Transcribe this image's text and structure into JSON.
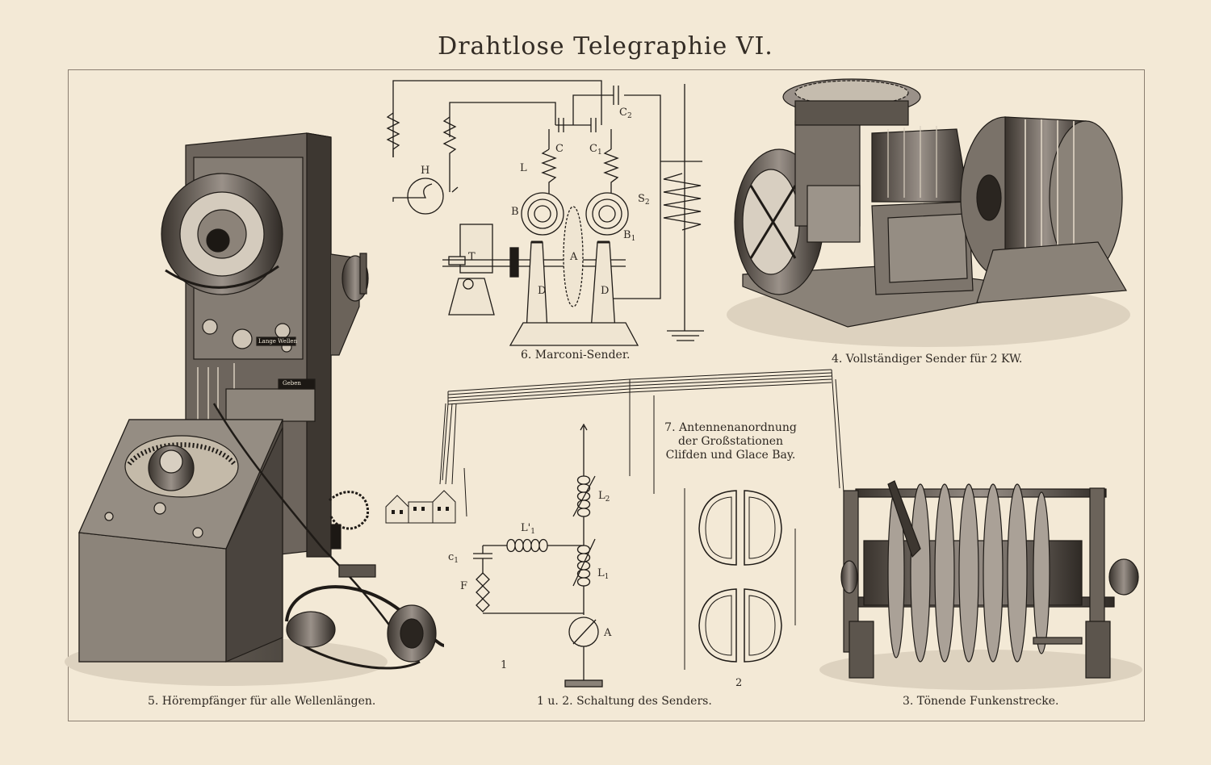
{
  "plate": {
    "title": "Drahtlose Telegraphie VI."
  },
  "captions": {
    "fig6": "6. Marconi-Sender.",
    "fig4": "4. Vollständiger Sender für 2 KW.",
    "fig5": "5. Hörempfänger für alle Wellenlängen.",
    "fig12": "1 u. 2. Schaltung des Senders.",
    "fig3": "3. Tönende Funkenstrecke.",
    "fig7_line1": "7. Antennenanordnung",
    "fig7_line2": "der Großstationen",
    "fig7_line3": "Clifden und Glace Bay."
  },
  "marconi_labels": {
    "H": "H",
    "L": "L",
    "C": "C",
    "C1": "C",
    "C1_sub": "1",
    "C2": "C",
    "C2_sub": "2",
    "B": "B",
    "B1": "B",
    "B1_sub": "1",
    "S2": "S",
    "S2_sub": "2",
    "T": "T",
    "A": "A",
    "D_left": "D",
    "D_right": "D"
  },
  "circuit_labels": {
    "L2": "L",
    "L2_sub": "2",
    "L1prime": "L'",
    "L1prime_sub": "1",
    "c1": "c",
    "c1_sub": "1",
    "F": "F",
    "L1": "L",
    "L1_sub": "1",
    "A": "A",
    "fig1_number": "1",
    "fig2_number": "2"
  },
  "device_labels": {
    "lange_wellen": "Lange Wellen",
    "geben": "Geben"
  }
}
